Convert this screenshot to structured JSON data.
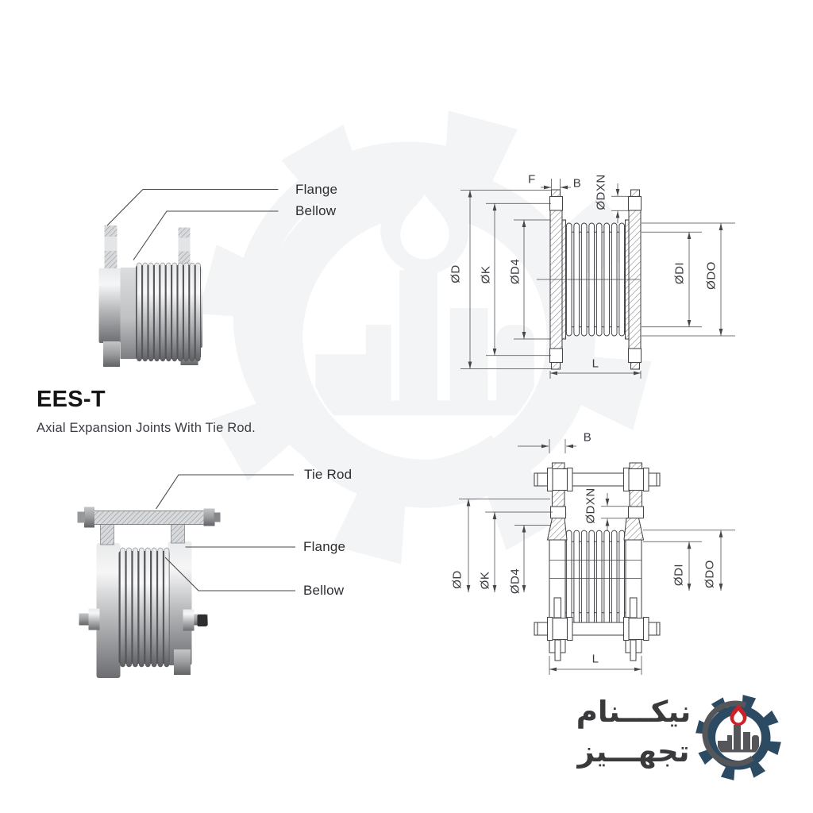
{
  "title": {
    "heading": "EES-T",
    "subtitle": "Axial Expansion Joints With Tie Rod."
  },
  "figure_top": {
    "labels": {
      "flange": "Flange",
      "bellow": "Bellow"
    }
  },
  "drawing_top": {
    "dims": {
      "f": "F",
      "b": "B",
      "dxn": "ØDXN",
      "d": "ØD",
      "k": "ØK",
      "d4": "ØD4",
      "di": "ØDI",
      "do": "ØDO",
      "l": "L"
    }
  },
  "figure_bottom": {
    "labels": {
      "tie_rod": "Tie Rod",
      "flange": "Flange",
      "bellow": "Bellow"
    }
  },
  "drawing_bottom": {
    "dims": {
      "b": "B",
      "dxn": "ØDXN",
      "d": "ØD",
      "k": "ØK",
      "d4": "ØD4",
      "di": "ØDI",
      "do": "ØDO",
      "l": "L"
    }
  },
  "logo": {
    "line1": "نیکـــنام",
    "line2": "تجهـــیز",
    "icon": "gear-flame-refinery-icon",
    "colors": {
      "gear": "#2d4a63",
      "flame": "#cd2129",
      "accent": "#55565a",
      "text": "#3a3a3c"
    }
  },
  "style": {
    "line_color": "#46464b",
    "dim_text_color": "#3b3b41",
    "watermark_color": "#848a92"
  }
}
